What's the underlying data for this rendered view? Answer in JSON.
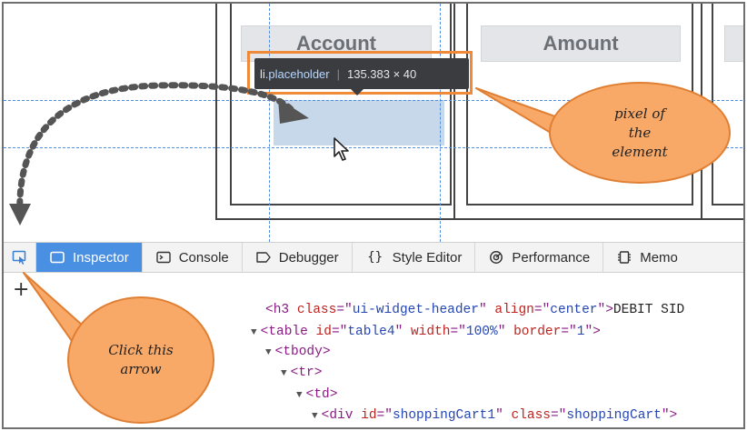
{
  "page": {
    "headers": [
      "Account",
      "Amount"
    ],
    "tooltip": {
      "tag": "li",
      "class": ".placeholder",
      "separator": "|",
      "dims": "135.383 × 40"
    }
  },
  "toolbar": {
    "picker": {
      "icon": "element-picker-icon"
    },
    "tabs": [
      {
        "label": "Inspector",
        "icon": "inspector-icon",
        "active": true
      },
      {
        "label": "Console",
        "icon": "console-icon",
        "active": false
      },
      {
        "label": "Debugger",
        "icon": "debugger-icon",
        "active": false
      },
      {
        "label": "Style Editor",
        "icon": "braces-icon",
        "active": false
      },
      {
        "label": "Performance",
        "icon": "performance-icon",
        "active": false
      },
      {
        "label": "Memo",
        "icon": "memory-icon",
        "active": false
      }
    ]
  },
  "markup": {
    "add_node": "+",
    "lines": [
      {
        "tag": "h3",
        "parts": [
          [
            "an",
            "class"
          ],
          [
            "p",
            "=\""
          ],
          [
            "av",
            "ui-widget-header"
          ],
          [
            "p",
            "\" "
          ],
          [
            "an",
            "align"
          ],
          [
            "p",
            "=\""
          ],
          [
            "av",
            "center"
          ],
          [
            "p",
            "\">"
          ],
          [
            "tx",
            "DEBIT SID"
          ]
        ]
      },
      {
        "tag": "table",
        "parts": [
          [
            "an",
            "id"
          ],
          [
            "p",
            "=\""
          ],
          [
            "av",
            "table4"
          ],
          [
            "p",
            "\" "
          ],
          [
            "an",
            "width"
          ],
          [
            "p",
            "=\""
          ],
          [
            "av",
            "100%"
          ],
          [
            "p",
            "\" "
          ],
          [
            "an",
            "border"
          ],
          [
            "p",
            "=\""
          ],
          [
            "av",
            "1"
          ],
          [
            "p",
            "\">"
          ]
        ]
      },
      {
        "tag": "tbody",
        "parts": [
          [
            "p",
            ">"
          ]
        ]
      },
      {
        "tag": "tr",
        "parts": [
          [
            "p",
            ">"
          ]
        ]
      },
      {
        "tag": "td",
        "parts": [
          [
            "p",
            ">"
          ]
        ]
      },
      {
        "tag": "div",
        "parts": [
          [
            "an",
            "id"
          ],
          [
            "p",
            "=\""
          ],
          [
            "av",
            "shoppingCart1"
          ],
          [
            "p",
            "\" "
          ],
          [
            "an",
            "class"
          ],
          [
            "p",
            "=\""
          ],
          [
            "av",
            "shoppingCart"
          ],
          [
            "p",
            "\">"
          ]
        ]
      }
    ]
  },
  "annotations": {
    "pixel_note": "pixel of the element",
    "click_note": "Click this arrow"
  },
  "colors": {
    "accent": "#4a90e2",
    "callout": "#f8a968",
    "highlight": "#ee8a3a"
  }
}
